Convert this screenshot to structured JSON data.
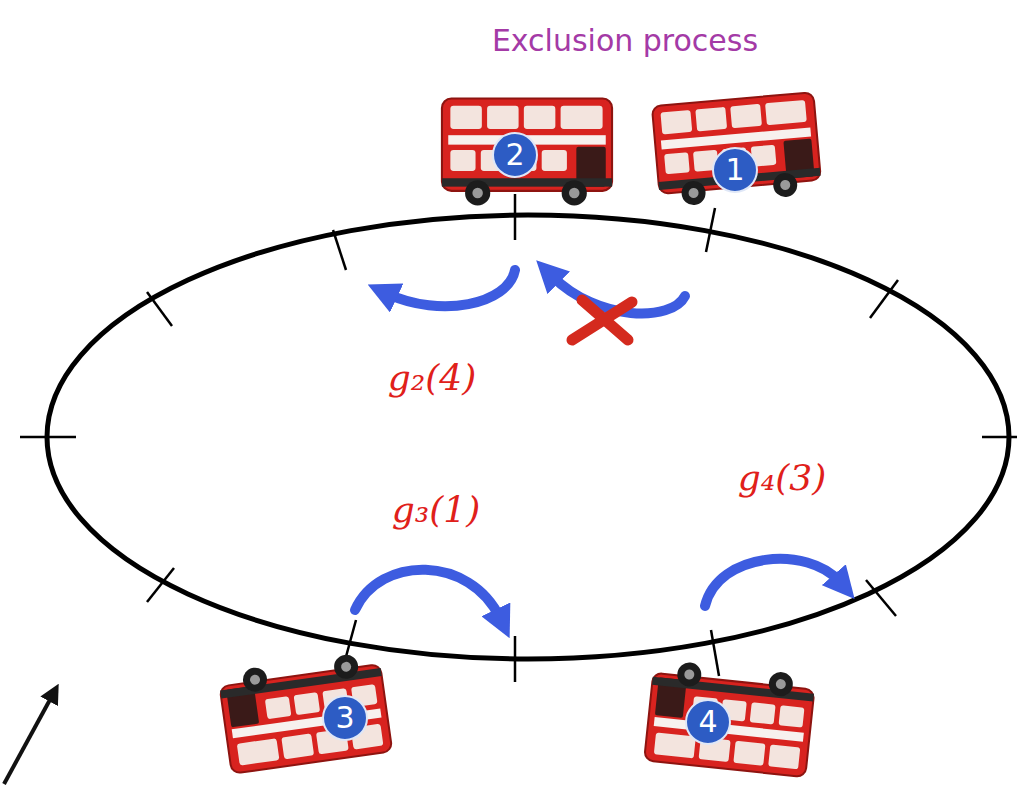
{
  "diagram": {
    "title": "Exclusion process",
    "nodes": [
      {
        "text": [
          "2"
        ]
      },
      {
        "text": [
          "1"
        ]
      },
      {
        "text": [
          "3"
        ]
      },
      {
        "text": [
          "4"
        ]
      }
    ],
    "labels": [
      "g₂(4)",
      "g₃(1)",
      "g₄(3)"
    ]
  }
}
